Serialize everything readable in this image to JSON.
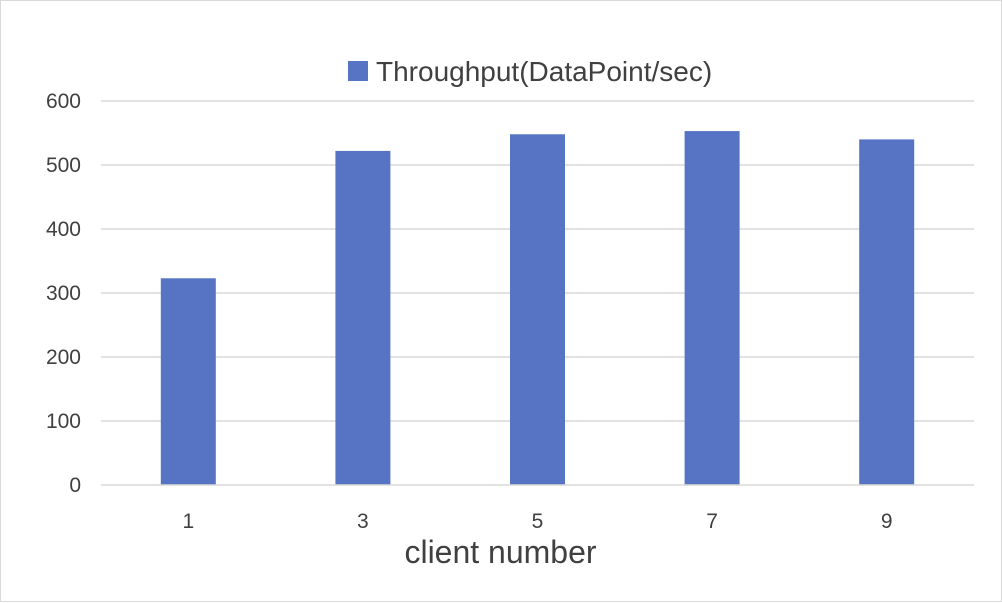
{
  "chart_data": {
    "type": "bar",
    "title": "",
    "xlabel": "client number",
    "ylabel": "",
    "categories": [
      "1",
      "3",
      "5",
      "7",
      "9"
    ],
    "series": [
      {
        "name": "Throughput(DataPoint/sec)",
        "values": [
          323,
          522,
          548,
          553,
          540
        ],
        "color": "#5673c4"
      }
    ],
    "ylim": [
      0,
      600
    ],
    "yticks": [
      0,
      100,
      200,
      300,
      400,
      500,
      600
    ],
    "grid": true,
    "legend_position": "top-center"
  }
}
